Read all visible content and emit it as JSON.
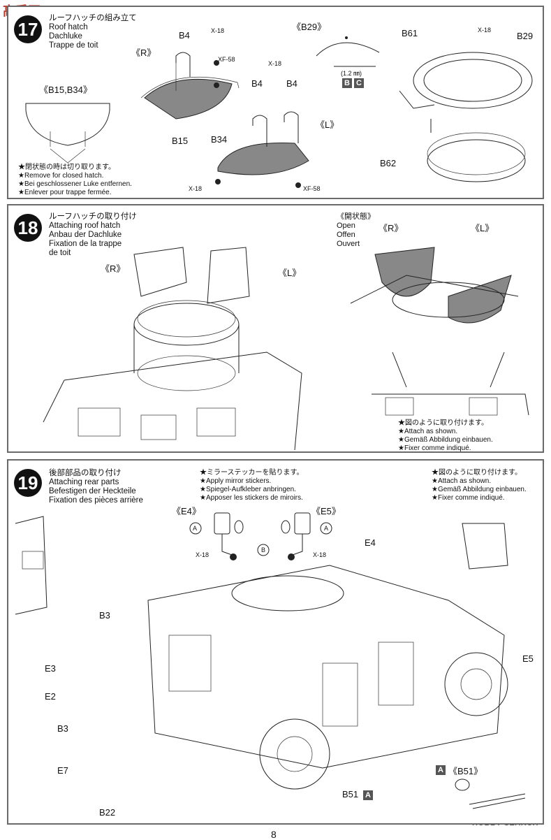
{
  "watermark_top": "高手网",
  "watermark_bottom": "HOBBY SEARCH",
  "page_number": "8",
  "step17": {
    "number": "17",
    "title_jp": "ルーフハッチの組み立て",
    "title_en": "Roof hatch",
    "title_de": "Dachluke",
    "title_fr": "Trappe de toit",
    "label_r": "《R》",
    "label_l": "《L》",
    "label_b15b34": "《B15,B34》",
    "label_b29_tag": "《B29》",
    "drill_size": "(1.2 ㎜)",
    "letters_bc": [
      "B",
      "C"
    ],
    "parts": {
      "b4": "B4",
      "b15": "B15",
      "b34": "B34",
      "b61": "B61",
      "b29": "B29",
      "b62": "B62"
    },
    "paints": {
      "x18": "X-18",
      "xf58": "XF-58"
    },
    "notes": [
      "★閉状態の時は切り取ります。",
      "★Remove for closed hatch.",
      "★Bei geschlossener Luke entfernen.",
      "★Enlever pour trappe fermée."
    ]
  },
  "step18": {
    "number": "18",
    "title_jp": "ルーフハッチの取り付け",
    "title_en": "Attaching roof hatch",
    "title_de": "Anbau der Dachluke",
    "title_fr": "Fixation de la trappe",
    "title_fr2": "de toit",
    "label_r": "《R》",
    "label_l": "《L》",
    "open_jp": "《開状態》",
    "open_en": "Open",
    "open_de": "Offen",
    "open_fr": "Ouvert",
    "notes": [
      "★図のように取り付けます。",
      "★Attach as shown.",
      "★Gemäß Abbildung einbauen.",
      "★Fixer comme indiqué."
    ]
  },
  "step19": {
    "number": "19",
    "title_jp": "後部部品の取り付け",
    "title_en": "Attaching rear parts",
    "title_de": "Befestigen der Heckteile",
    "title_fr": "Fixation des pièces arrière",
    "mirror_notes": [
      "★ミラーステッカーを貼ります。",
      "★Apply mirror stickers.",
      "★Spiegel-Aufkleber anbringen.",
      "★Apposer les stickers de miroirs."
    ],
    "attach_notes": [
      "★図のように取り付けます。",
      "★Attach as shown.",
      "★Gemäß Abbildung einbauen.",
      "★Fixer comme indiqué."
    ],
    "label_e4_tag": "《E4》",
    "label_e5_tag": "《E5》",
    "label_b51_tag": "《B51》",
    "circle_a": "A",
    "circle_b": "B",
    "box_a": "A",
    "paint": "X-18",
    "parts": {
      "e4": "E4",
      "e5": "E5",
      "b3": "B3",
      "e3": "E3",
      "e2": "E2",
      "e7": "E7",
      "b22": "B22",
      "b51": "B51"
    }
  }
}
